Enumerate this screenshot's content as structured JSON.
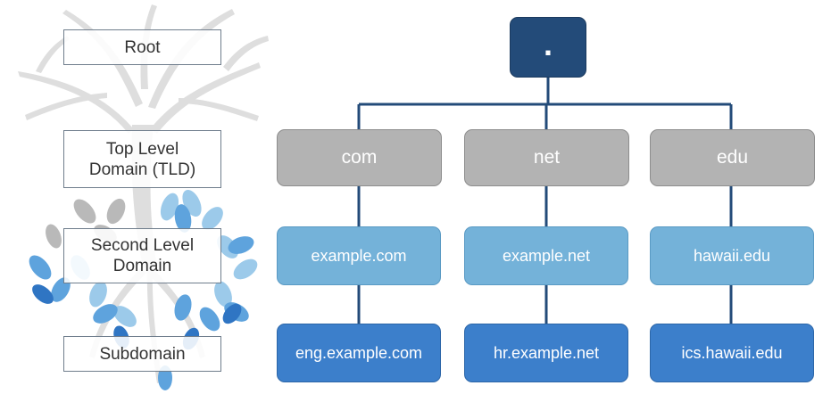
{
  "levels": {
    "root": "Root",
    "tld": "Top Level\nDomain (TLD)",
    "second_level": "Second Level\nDomain",
    "subdomain": "Subdomain"
  },
  "root_node": ".",
  "tld_nodes": [
    "com",
    "net",
    "edu"
  ],
  "second_level_nodes": [
    "example.com",
    "example.net",
    "hawaii.edu"
  ],
  "subdomain_nodes": [
    "eng.example.com",
    "hr.example.net",
    "ics.hawaii.edu"
  ],
  "colors": {
    "root": "#234b79",
    "tld": "#b3b3b3",
    "second_level": "#74b2d9",
    "subdomain": "#3c7fcb",
    "connector": "#234b79"
  }
}
